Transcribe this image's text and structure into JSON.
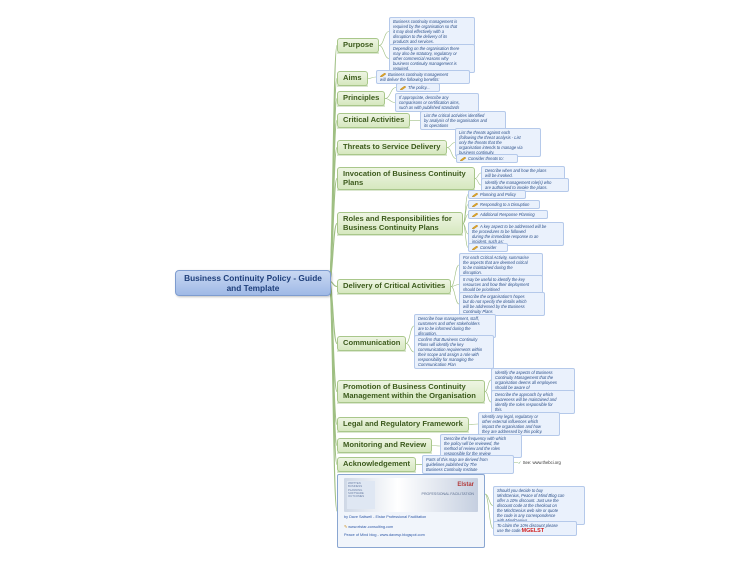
{
  "central": "Business Continuity Policy - Guide and Template",
  "topics": {
    "purpose": "Purpose",
    "aims": "Aims",
    "principles": "Principles",
    "critical_activities": "Critical Activities",
    "threats": "Threats to Service Delivery",
    "invocation": "Invocation of Business Continuity Plans",
    "roles": "Roles and Responsibilities for Business Continuity Plans",
    "delivery": "Delivery of Critical Activities",
    "communication": "Communication",
    "promotion": "Promotion of Business Continuity Management within the Organisation",
    "legal": "Legal and Regulatory Framework",
    "monitoring": "Monitoring and Review",
    "acknowledgement": "Acknowledgement"
  },
  "notes": {
    "purpose_1": [
      "Business continuity management is",
      "required by the organisation so that",
      "it may deal effectively with a",
      "disruption to the delivery of its",
      "products and services."
    ],
    "purpose_2": [
      "Depending on the organisation there",
      "may also be statutory, regulatory or",
      "other commercial reasons why",
      "business continuity management is",
      "required."
    ],
    "aims_1": [
      "Business continuity management",
      "will deliver the following benefits:"
    ],
    "principles_1": [
      "The policy..."
    ],
    "principles_2": [
      "If appropriate, describe any",
      "comparisons or certification aims,",
      "such as with published standards"
    ],
    "critical_1": [
      "List the critical activities identified",
      "by analysis of the organisation and",
      "its operations"
    ],
    "threats_1": [
      "List the threats against each",
      "(following the threat analysis - List",
      "only the threats that the",
      "organisation intends to manage via",
      "business continuity."
    ],
    "threats_2": [
      "Consider threats to:"
    ],
    "invocation_1": [
      "Describe when and how the plans",
      "will be invoked."
    ],
    "invocation_2": [
      "Identify the management role(s) who",
      "are authorised to invoke the plans."
    ],
    "roles_1": [
      "Planning and Policy"
    ],
    "roles_2": [
      "Responding to a Disruption"
    ],
    "roles_3": [
      "Additional Response Planning"
    ],
    "roles_4": [
      "A key aspect to be addressed will be",
      "the procedures to be followed",
      "during the immediate response to an",
      "incident, such as:"
    ],
    "roles_5": [
      "Consider"
    ],
    "delivery_1": [
      "For each Critical Activity, summarise",
      "the aspects that are deemed critical",
      "to be maintained during the",
      "disruption."
    ],
    "delivery_2": [
      "It may be useful to identify the key",
      "resources and how their deployment",
      "should be prioritised"
    ],
    "delivery_3": [
      "Describe the organisation's hopes",
      "but do not specify the details which",
      "will be addressed by the Business",
      "Continuity Plans"
    ],
    "comm_1": [
      "Describe how management, staff,",
      "customers and other stakeholders",
      "are to be informed during the",
      "disruption."
    ],
    "comm_2": [
      "Confirm that Business Continuity",
      "Plans will identify the key",
      "communication requirements within",
      "their scope and assign a role with",
      "responsibility for managing the",
      "Communication Plan"
    ],
    "promo_1": [
      "Identify the aspects of Business",
      "Continuity Management that the",
      "organisation deems all employees",
      "should be aware of"
    ],
    "promo_2": [
      "Describe the approach by which",
      "awareness will be maintained and",
      "identify the roles responsible for",
      "this."
    ],
    "legal_1": [
      "Identify any legal, regulatory or",
      "other external influences which",
      "impact the organisation and how",
      "they are addressed by this policy."
    ],
    "monitor_1": [
      "Describe the frequency with which",
      "the policy will be reviewed, the",
      "method of review and the roles",
      "responsible for the review"
    ],
    "ack_1": [
      "Parts of this map are derived from",
      "guidelines published by The",
      "Business Continuity Institute"
    ],
    "ack_link": "See: www.thebci.org",
    "promo_side_1": [
      "Should you decide to buy",
      "MindGenius, Peace of Mind Blog can",
      "offer a 10% discount. Just use the",
      "discount code at the checkout on",
      "the MindGenius web site or quote",
      "the code in any correspondence",
      "with MindGenius."
    ],
    "promo_side_2": [
      "To claim the 10% discount please",
      "use the code:"
    ],
    "promo_code": "MGELST"
  },
  "promo": {
    "badge": [
      "WRITTEN BUSINESS",
      "PLANNING",
      "SOFTWARE",
      "OUTCOMES"
    ],
    "logo": "Elstar",
    "tagline": "PROFESSIONAL FACILITATION",
    "author": "by Dave Saltwell - Elstar Professional Facilitation",
    "site1": "www.elstar-consulting.com",
    "site2": "Peace of Mind blog - www.davesp.blogspot.com"
  },
  "colors": {
    "topic_green": "#3c5a1c",
    "note_blue": "#2a4e88",
    "link_color": "#9fbf83",
    "central_blue": "#9fb9e6"
  }
}
